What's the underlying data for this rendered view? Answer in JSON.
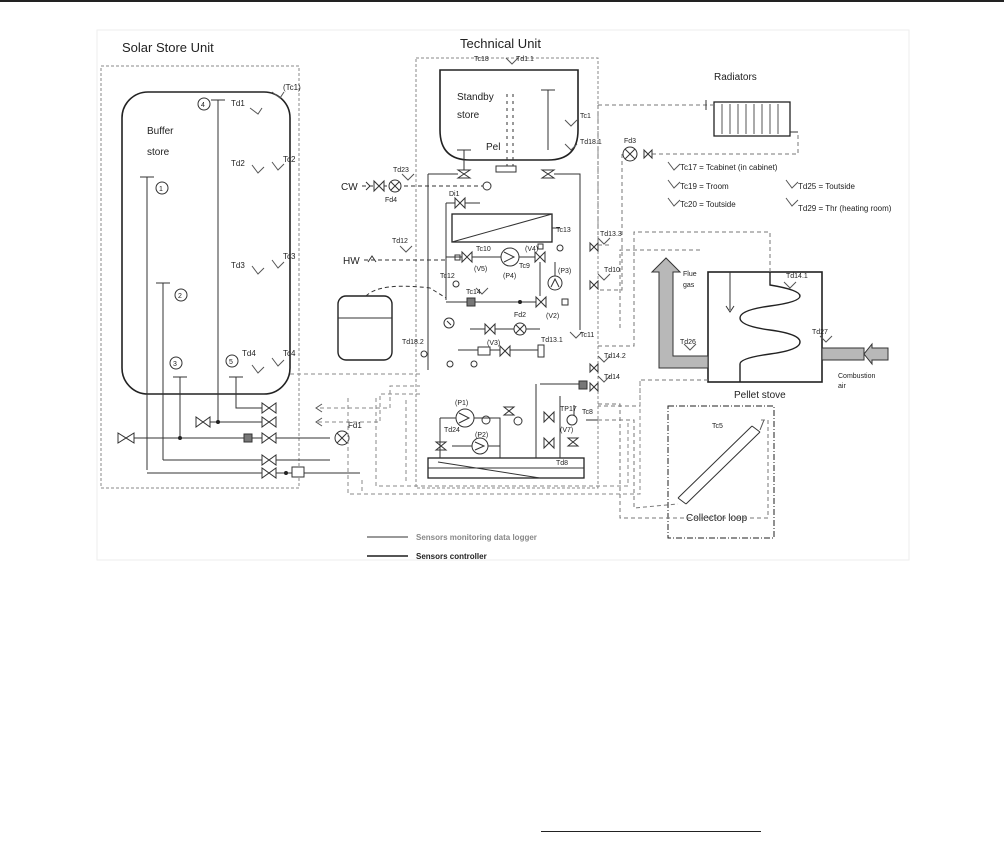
{
  "units": {
    "solar_store": "Solar Store Unit",
    "technical": "Technical Unit",
    "radiators": "Radiators",
    "pellet_stove": "Pellet stove",
    "collector_loop": "Collector loop"
  },
  "components": {
    "buffer_store": [
      "Buffer",
      "store"
    ],
    "standby_store": [
      "Standby",
      "store"
    ],
    "pel": "Pel",
    "flue_gas": [
      "Flue",
      "gas"
    ],
    "combustion_air": [
      "Combustion",
      "air"
    ],
    "cw": "CW",
    "hw": "HW"
  },
  "buffer_sensors": [
    "Td1",
    "(Tc1)",
    "Td2",
    "Tc2",
    "Td3",
    "Tc3",
    "Td4",
    "Tc4"
  ],
  "buffer_ports": [
    "1",
    "2",
    "3",
    "4",
    "5"
  ],
  "tech_sensors": {
    "tc18": "Tc18",
    "td11": "Td1.1",
    "tc1": "Tc1",
    "td181": "Td18.1",
    "td23": "Td23",
    "fd4": "Fd4",
    "di1": "Di1",
    "td12": "Td12",
    "tc12": "Tc12",
    "tc10": "Tc10",
    "v5": "(V5)",
    "p4": "(P4)",
    "tc9": "Tc9",
    "v4": "(V4)",
    "tc13": "Tc13",
    "p3": "(P3)",
    "td133": "Td13.3",
    "td10": "Td10",
    "tc14": "Tc14",
    "v2": "(V2)",
    "fd2": "Fd2",
    "v3": "(V3)",
    "td131": "Td13.1",
    "tc11": "Tc11",
    "td182": "Td18.2",
    "td142": "Td14.2",
    "td14": "Td14",
    "p1": "(P1)",
    "p2": "(P2)",
    "td24": "Td24",
    "v7": "(V7)",
    "tp17": "TP17",
    "tc8": "Tc8",
    "td8": "Td8",
    "fd1": "Fd1",
    "fd3": "Fd3"
  },
  "stove_sensors": {
    "td141": "Td14.1",
    "td26": "Td26",
    "td27": "Td27",
    "tc5": "Tc5"
  },
  "legend_defs": [
    "Tc17 = Tcabinet (in cabinet)",
    "Tc19 = Troom",
    "Tc20 = Toutside",
    "Td25 = Toutside",
    "Td29 = Thr (heating room)"
  ],
  "line_legend": [
    "Sensors monitoring data logger",
    "Sensors controller"
  ],
  "colors": {
    "line": "#222222",
    "dashed": "#777777",
    "background": "#ffffff",
    "fill": "#bbbbbb"
  }
}
